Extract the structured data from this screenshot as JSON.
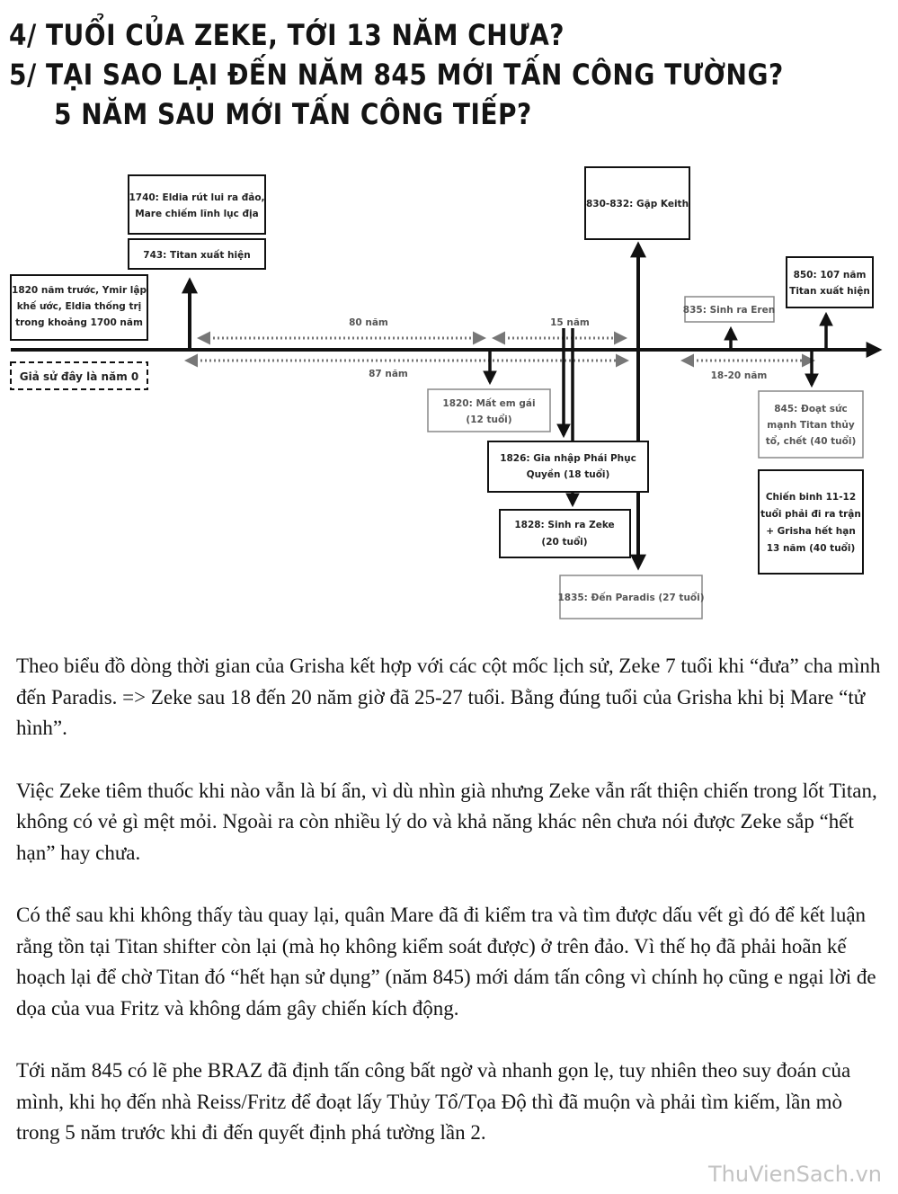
{
  "headings": {
    "q4": "4/ TUỔI CỦA ZEKE, TỚI 13 NĂM CHƯA?",
    "q5_line1": "5/ TẠI SAO LẠI ĐẾN NĂM 845 MỚI TẤN CÔNG TƯỜNG?",
    "q5_line2": "5 NĂM SAU MỚI TẤN CÔNG TIẾP?"
  },
  "timeline": {
    "zero_label": "Giả sử đây là năm 0",
    "boxes_above": {
      "ymir": [
        "1820 năm trước, Ymir lập",
        "khế ước, Eldia thống trị",
        "trong khoảng 1700 năm"
      ],
      "eldia_retreat": [
        "1740: Eldia rút lui ra đảo,",
        "Mare chiếm lĩnh lục địa"
      ],
      "titan_appear": "743: Titan xuất hiện",
      "keith": "830-832: Gặp Keith",
      "eren_born": "835: Sinh ra Eren",
      "titan_850": [
        "850: 107 năm",
        "Titan xuất hiện"
      ]
    },
    "spans": {
      "s80": "80 năm",
      "s15": "15 năm",
      "s87": "87 năm",
      "s18_20": "18-20 năm"
    },
    "boxes_below": {
      "sister": [
        "1820: Mất em gái",
        "(12 tuổi)"
      ],
      "join": [
        "1826: Gia nhập Phái Phục",
        "Quyền  (18 tuổi)"
      ],
      "zeke": [
        "1828: Sinh ra Zeke",
        "(20 tuổi)"
      ],
      "paradis": "1835: Đến Paradis (27 tuổi)",
      "founding": [
        "845: Đoạt sức",
        "mạnh Titan thủy",
        "tổ, chết (40 tuổi)"
      ],
      "warriors": [
        "Chiến binh 11-12",
        "tuổi phải đi ra trận",
        "+ Grisha hết hạn",
        "13 năm (40 tuổi)"
      ]
    }
  },
  "paragraphs": [
    "Theo biểu đồ dòng thời gian của Grisha kết hợp với các cột mốc lịch sử, Zeke 7 tuổi khi “đưa” cha mình đến Paradis. => Zeke sau 18 đến 20 năm giờ đã 25-27 tuổi. Bằng đúng tuổi của Grisha khi bị Mare “tử hình”.",
    "Việc Zeke tiêm thuốc khi nào vẫn là bí ẩn, vì dù nhìn già nhưng Zeke vẫn rất thiện chiến trong lốt Titan, không có vẻ gì mệt mỏi. Ngoài ra còn nhiều lý do và khả năng khác nên chưa nói được Zeke sắp “hết hạn” hay chưa.",
    "Có thể sau khi không thấy tàu quay lại, quân Mare đã đi kiểm tra và tìm được dấu vết gì đó để kết luận rằng tồn tại Titan shifter còn lại (mà họ không kiểm soát được) ở trên đảo. Vì thế họ đã phải hoãn kế hoạch lại để chờ Titan đó “hết hạn sử dụng” (năm 845) mới dám tấn công vì chính họ cũng e ngại lời đe dọa của vua Fritz và không dám gây chiến kích động.",
    "Tới năm 845 có lẽ phe BRAZ đã định tấn công bất ngờ và nhanh gọn lẹ, tuy nhiên theo suy đoán của mình, khi họ đến nhà Reiss/Fritz để đoạt lấy Thủy Tổ/Tọa Độ thì đã muộn và phải tìm kiếm, lần mò trong 5 năm trước khi đi đến quyết định phá tường lần 2."
  ],
  "watermark": "ThuVienSach.vn"
}
